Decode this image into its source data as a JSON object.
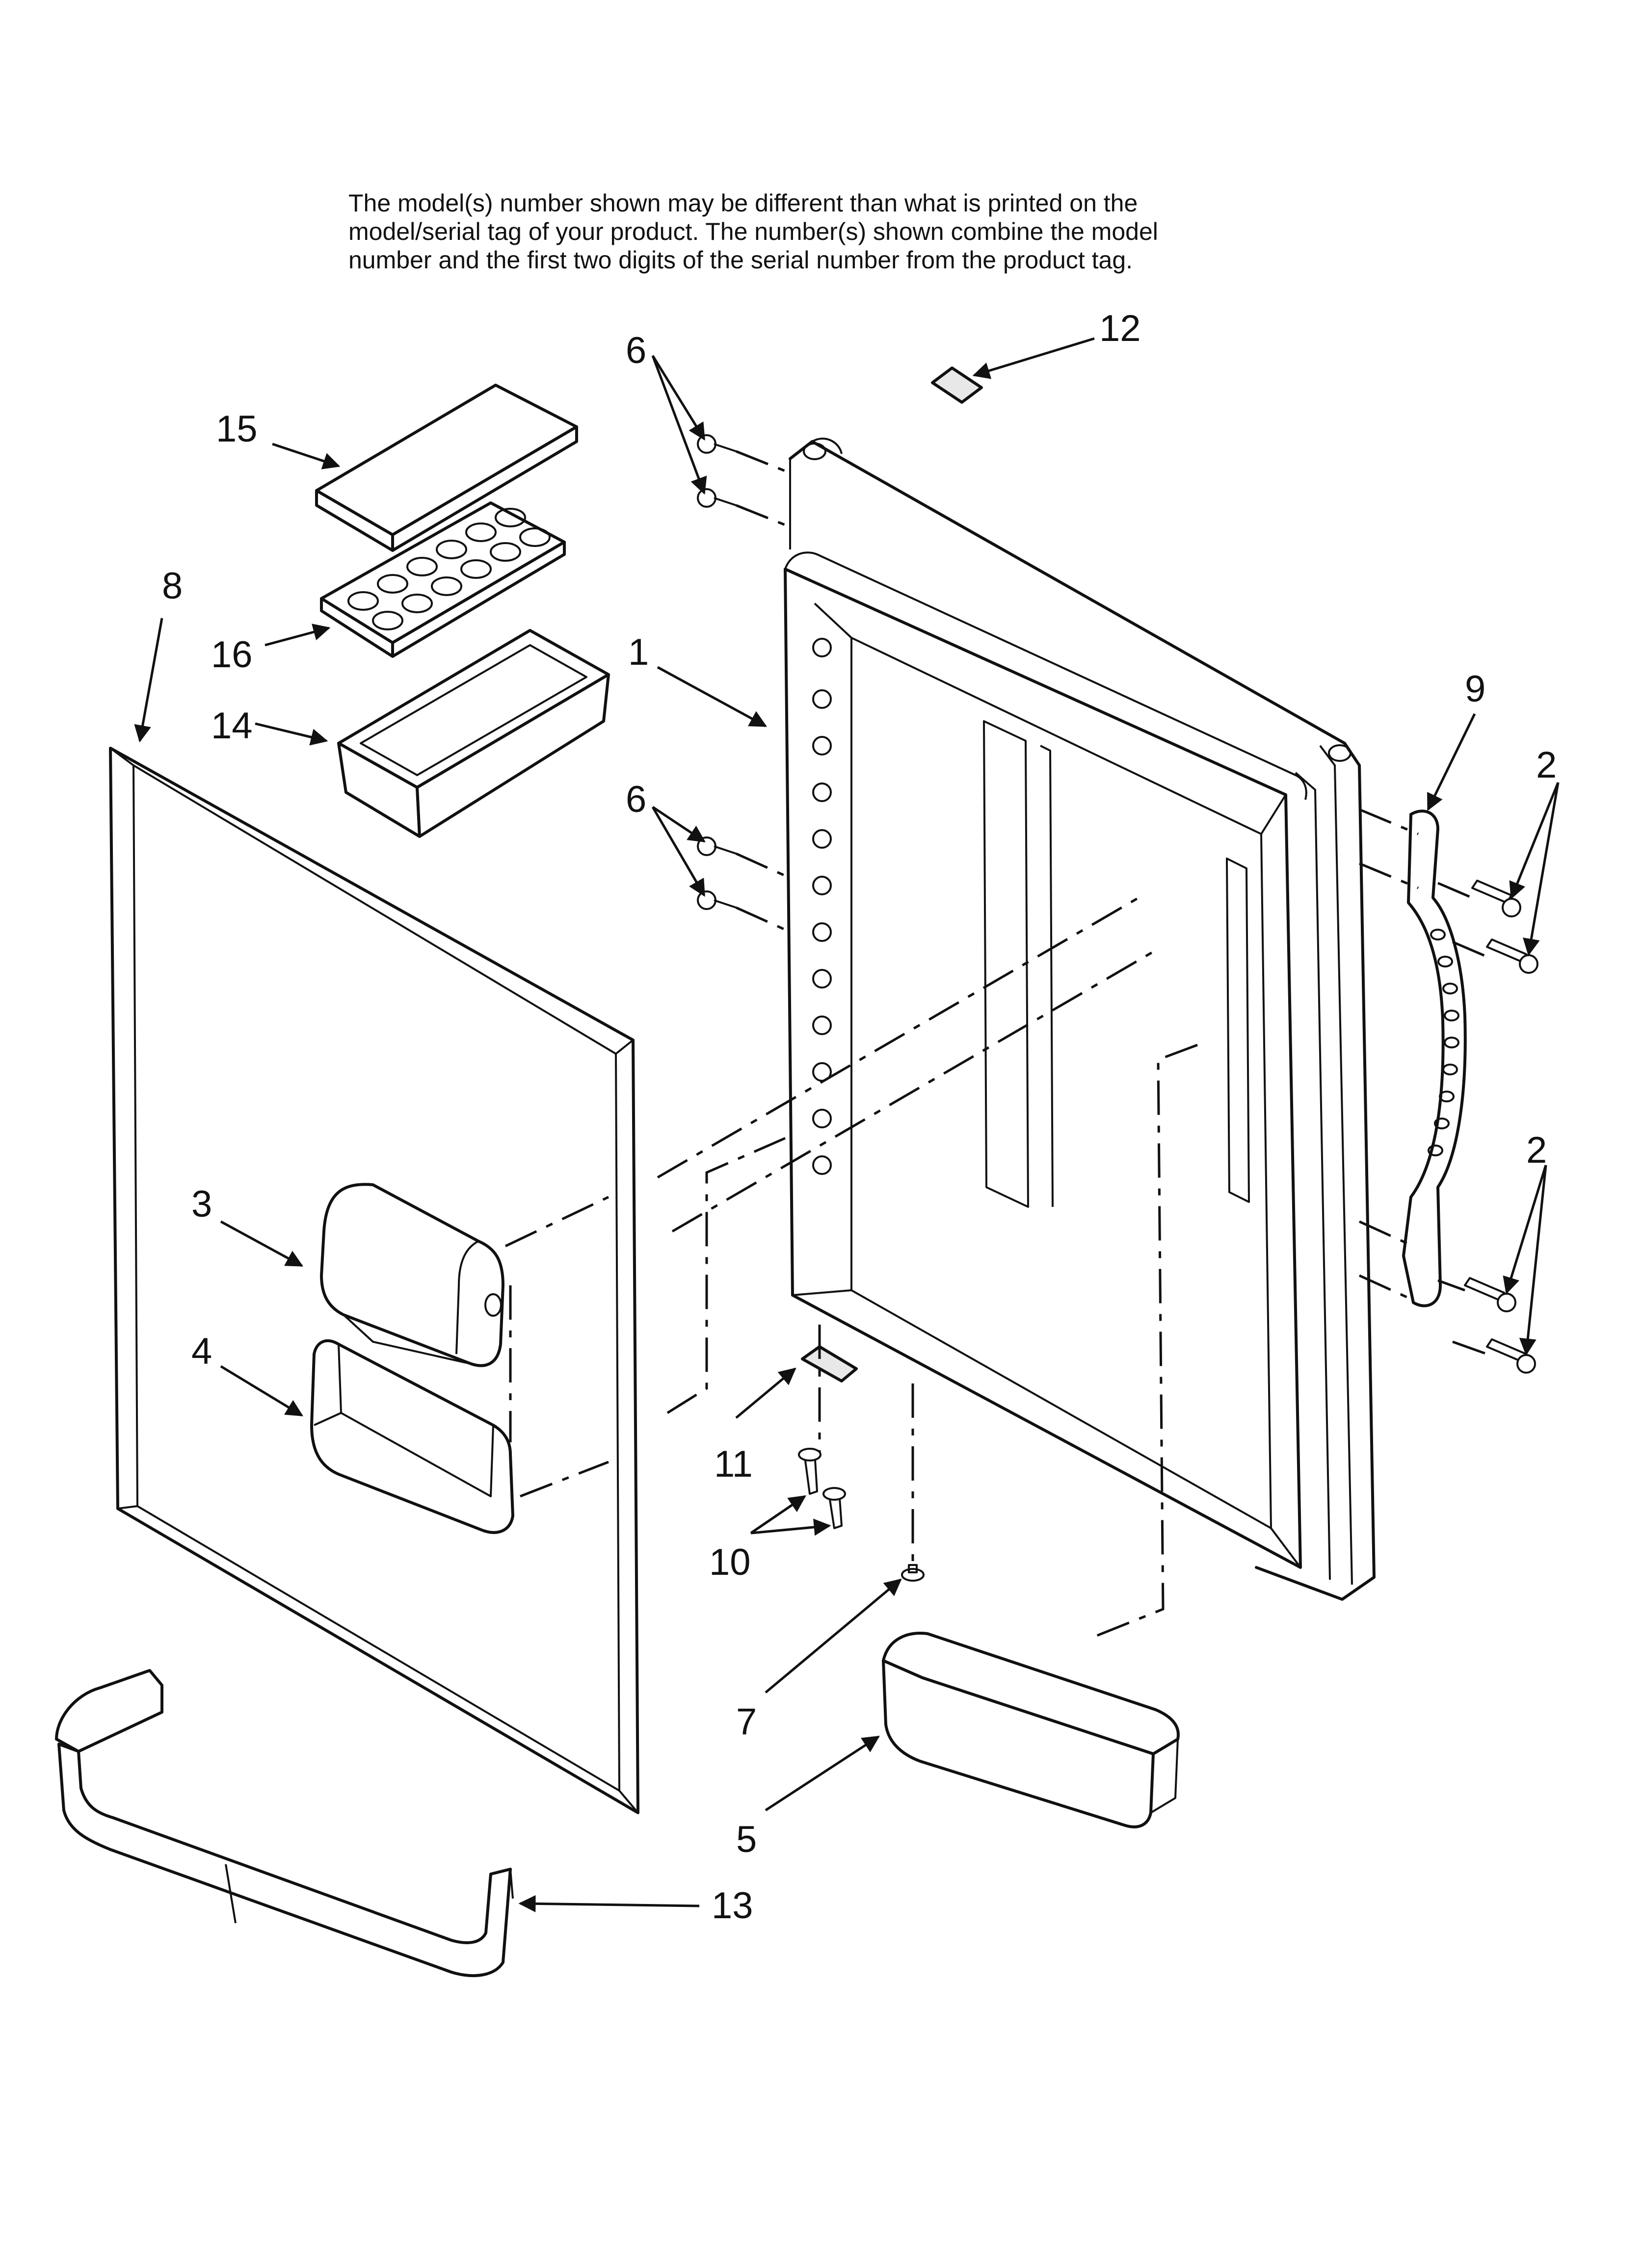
{
  "note": {
    "lines": [
      "The model(s) number shown may be different than what is printed on the",
      "model/serial tag of your product. The number(s) shown combine the model",
      "number and the first two digits of the serial number from the product tag."
    ]
  },
  "callouts": {
    "c1": "1",
    "c2a": "2",
    "c2b": "2",
    "c3": "3",
    "c4": "4",
    "c5": "5",
    "c6a": "6",
    "c6b": "6",
    "c7": "7",
    "c8": "8",
    "c9": "9",
    "c10": "10",
    "c11": "11",
    "c12": "12",
    "c13": "13",
    "c14": "14",
    "c15": "15",
    "c16": "16"
  }
}
